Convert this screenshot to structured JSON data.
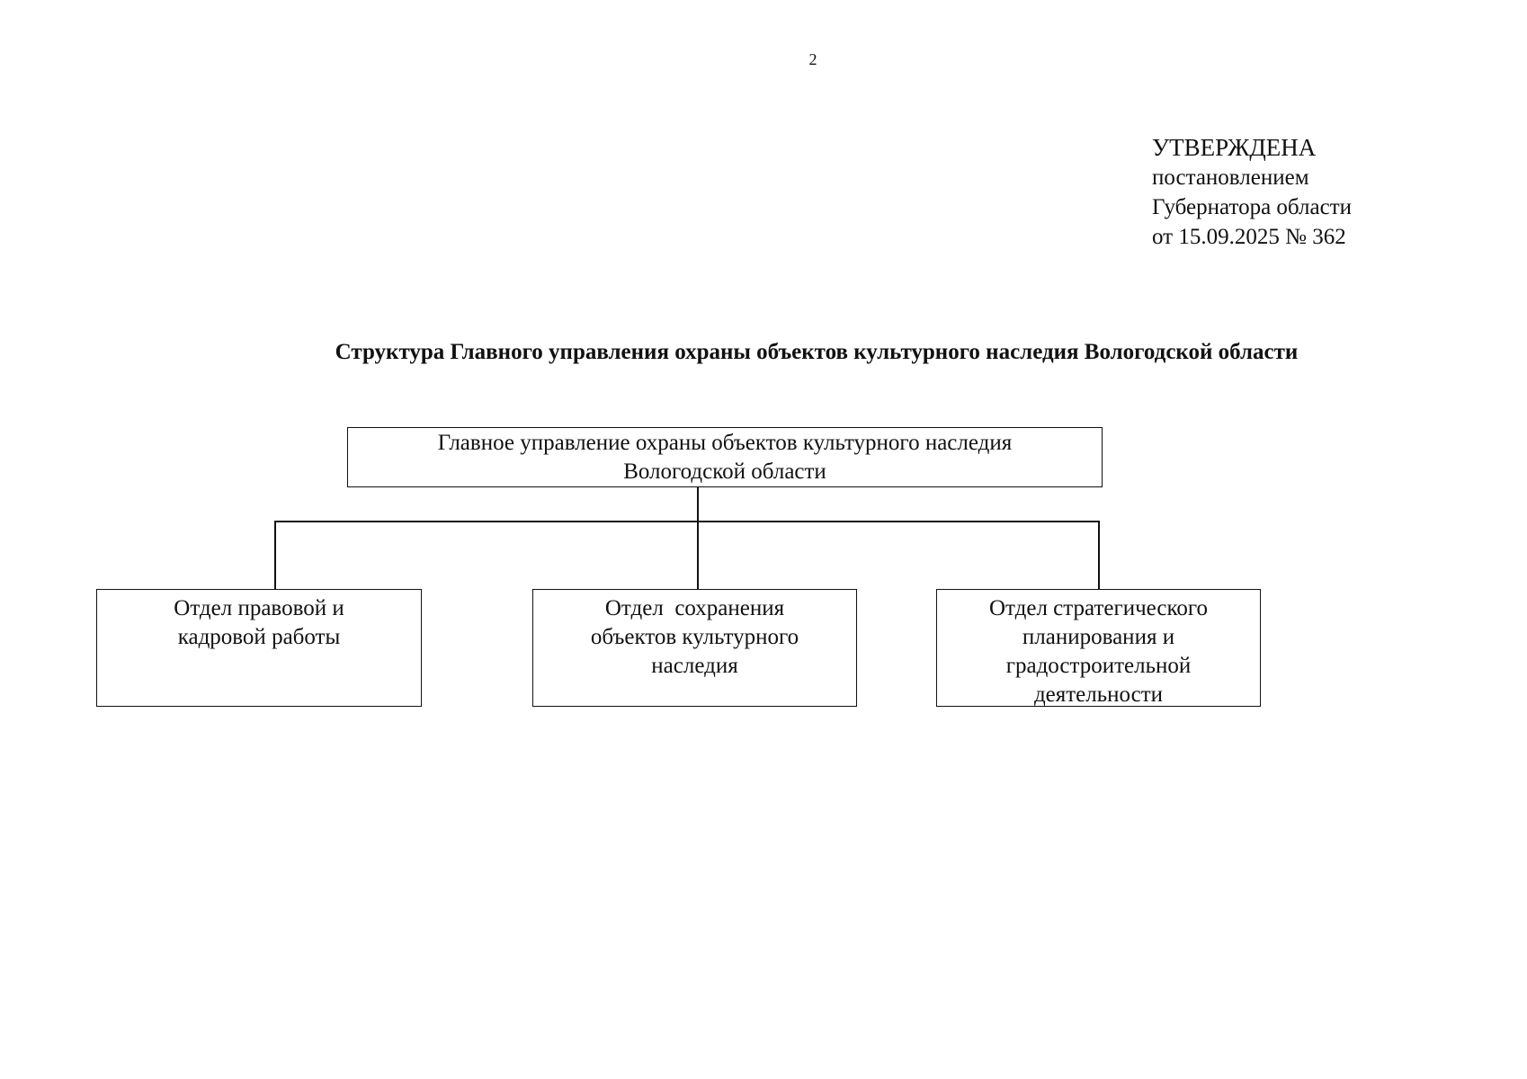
{
  "page_number": "2",
  "approval": {
    "lines": [
      "УТВЕРЖДЕНА",
      "постановлением",
      "Губернатора области",
      "от 15.09.2025 № 362"
    ]
  },
  "title": "Структура Главного управления охраны объектов культурного наследия Вологодской области",
  "org_chart": {
    "root": {
      "lines": [
        "Главное управление охраны объектов культурного наследия",
        "Вологодской области"
      ]
    },
    "departments": [
      {
        "lines": [
          "Отдел правовой и",
          "кадровой работы"
        ]
      },
      {
        "lines": [
          "Отдел  сохранения",
          "объектов культурного",
          "наследия"
        ]
      },
      {
        "lines": [
          "Отдел стратегического",
          "планирования и",
          "градостроительной",
          "деятельности"
        ]
      }
    ]
  }
}
